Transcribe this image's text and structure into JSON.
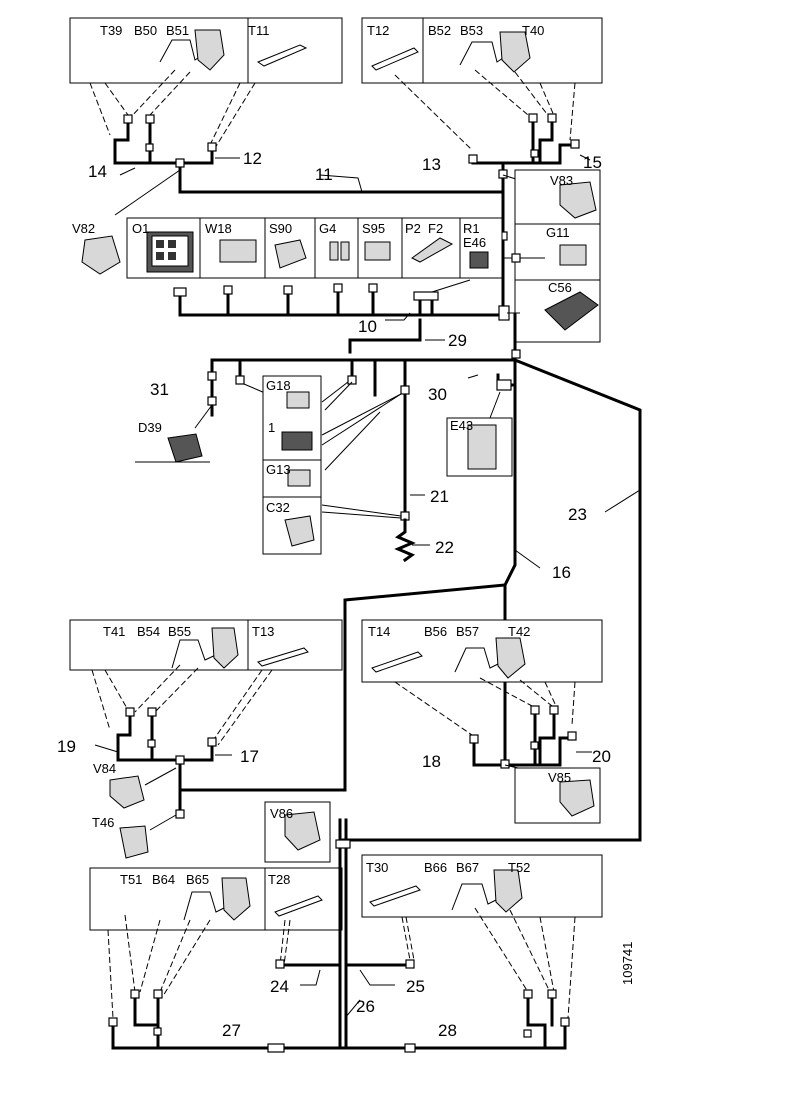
{
  "labels": {
    "g1": [
      "T39",
      "B50",
      "B51",
      "T11"
    ],
    "g2": [
      "T12",
      "B52",
      "B53",
      "T40"
    ],
    "mid": [
      "V82",
      "O1",
      "W18",
      "S90",
      "G4",
      "S95",
      "P2",
      "F2",
      "R1",
      "E46",
      "V83",
      "G11",
      "C56"
    ],
    "center": [
      "G18",
      "1",
      "G13",
      "C32",
      "D39",
      "E43"
    ],
    "g3": [
      "T41",
      "B54",
      "B55",
      "T13"
    ],
    "g4": [
      "T14",
      "B56",
      "B57",
      "T42"
    ],
    "lower": [
      "V84",
      "T46",
      "V85",
      "V86"
    ],
    "g5": [
      "T51",
      "B64",
      "B65",
      "T28"
    ],
    "g6": [
      "T30",
      "B66",
      "B67",
      "T52"
    ]
  },
  "callouts": [
    "14",
    "12",
    "11",
    "13",
    "15",
    "10",
    "29",
    "31",
    "30",
    "21",
    "22",
    "23",
    "16",
    "19",
    "17",
    "18",
    "20",
    "24",
    "25",
    "26",
    "27",
    "28"
  ],
  "figure_id": "109741"
}
